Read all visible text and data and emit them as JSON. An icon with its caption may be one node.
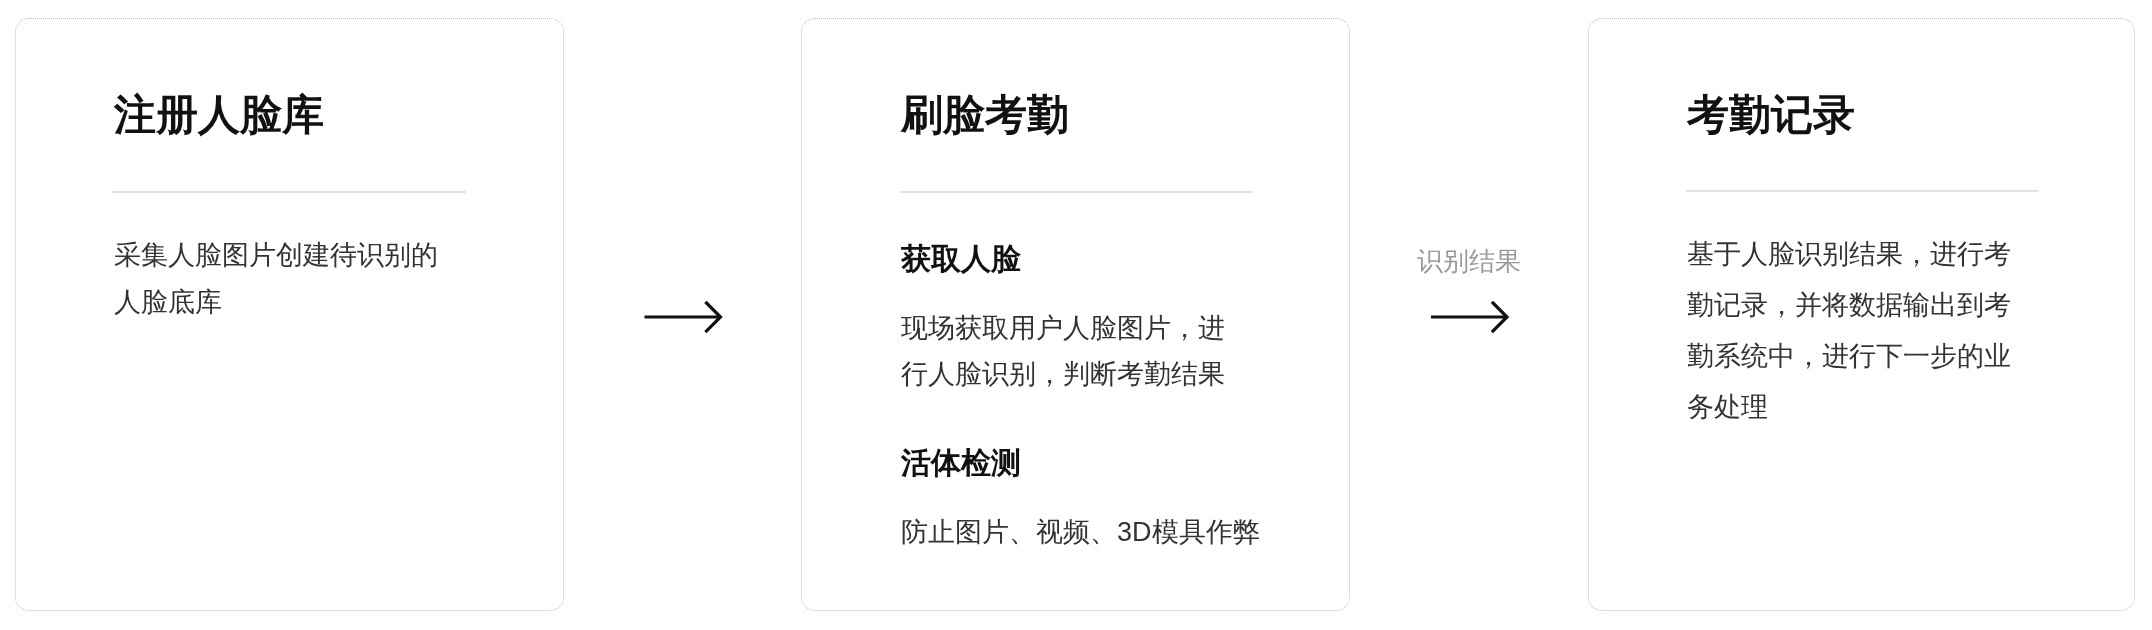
{
  "diagram": {
    "nodes": [
      {
        "text": [
          "注册人脸库",
          "采集人脸图片创建待识别的人脸底库"
        ]
      },
      {
        "text": [
          "刷脸考勤",
          "获取人脸",
          "现场获取用户人脸图片，进行人脸识别，判断考勤结果",
          "活体检测",
          "防止图片、视频、3D模具作弊"
        ]
      },
      {
        "text": [
          "考勤记录",
          "基于人脸识别结果，进行考勤记录，并将数据输出到考勤系统中，进行下一步的业务处理"
        ]
      }
    ],
    "edges": [
      {
        "from": 0,
        "to": 1,
        "arrow": "to"
      },
      {
        "from": 1,
        "to": 2,
        "arrow": "to",
        "label": "识别结果"
      }
    ]
  }
}
